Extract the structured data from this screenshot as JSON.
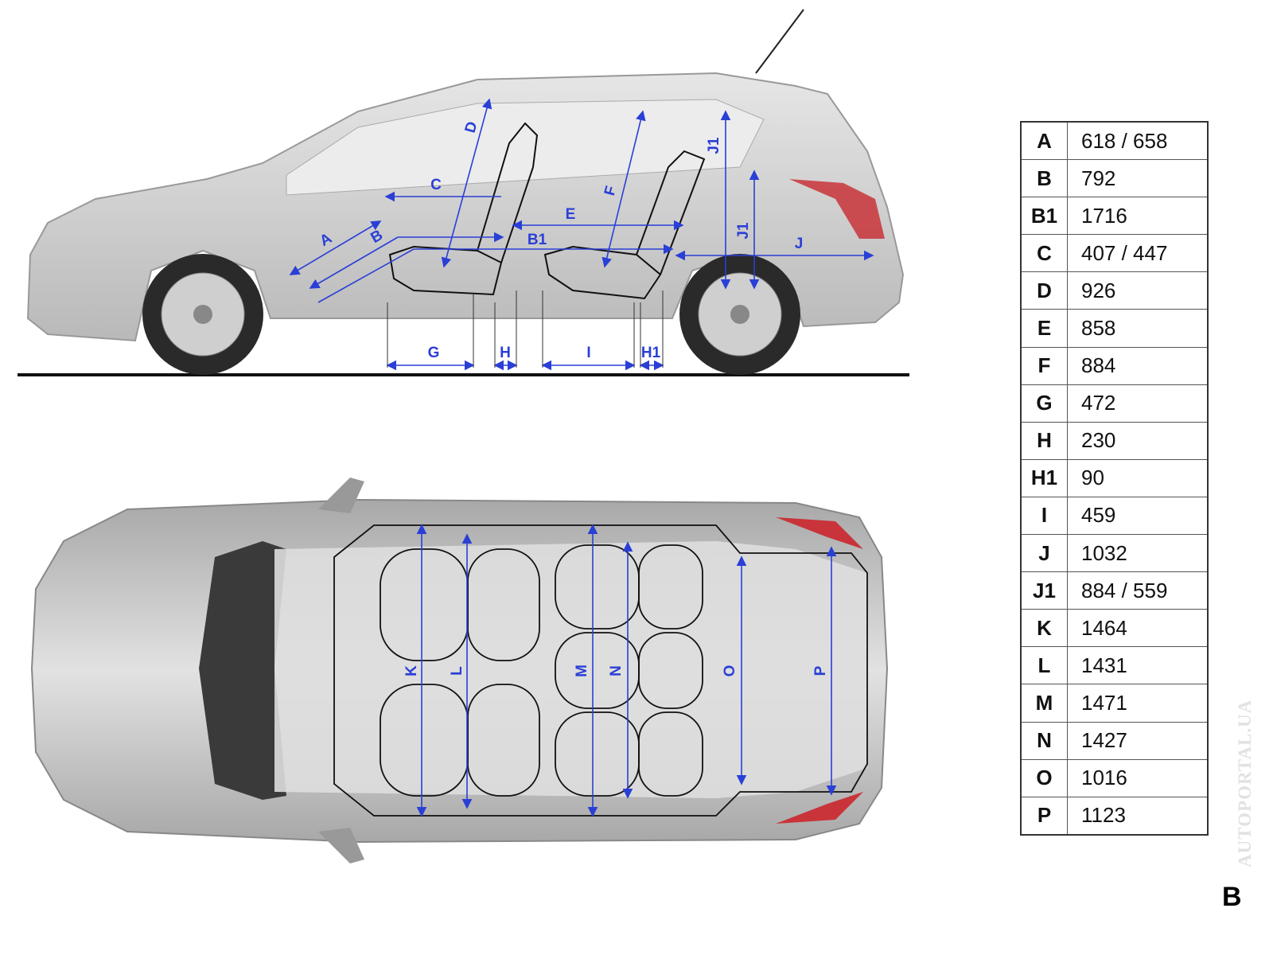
{
  "side_view_labels": {
    "A": "A",
    "B": "B",
    "B1": "B1",
    "C": "C",
    "D": "D",
    "E": "E",
    "F": "F",
    "J1a": "J1",
    "J1b": "J1",
    "J": "J",
    "G": "G",
    "H": "H",
    "I": "I",
    "H1": "H1"
  },
  "top_view_labels": {
    "K": "K",
    "L": "L",
    "M": "M",
    "N": "N",
    "O": "O",
    "P": "P"
  },
  "dimensions": [
    {
      "key": "A",
      "value": "618 / 658"
    },
    {
      "key": "B",
      "value": "792"
    },
    {
      "key": "B1",
      "value": "1716"
    },
    {
      "key": "C",
      "value": "407 / 447"
    },
    {
      "key": "D",
      "value": "926"
    },
    {
      "key": "E",
      "value": "858"
    },
    {
      "key": "F",
      "value": "884"
    },
    {
      "key": "G",
      "value": "472"
    },
    {
      "key": "H",
      "value": "230"
    },
    {
      "key": "H1",
      "value": "90"
    },
    {
      "key": "I",
      "value": "459"
    },
    {
      "key": "J",
      "value": "1032"
    },
    {
      "key": "J1",
      "value": "884 / 559"
    },
    {
      "key": "K",
      "value": "1464"
    },
    {
      "key": "L",
      "value": "1431"
    },
    {
      "key": "M",
      "value": "1471"
    },
    {
      "key": "N",
      "value": "1427"
    },
    {
      "key": "O",
      "value": "1016"
    },
    {
      "key": "P",
      "value": "1123"
    }
  ],
  "watermark": "AUTOPORTAL.UA",
  "corner_badge": "B",
  "colors": {
    "dimension": "#2a3fd6",
    "body": "#c9c9c9",
    "glass": "#e4e4e4",
    "tail_light": "#c8343a"
  }
}
